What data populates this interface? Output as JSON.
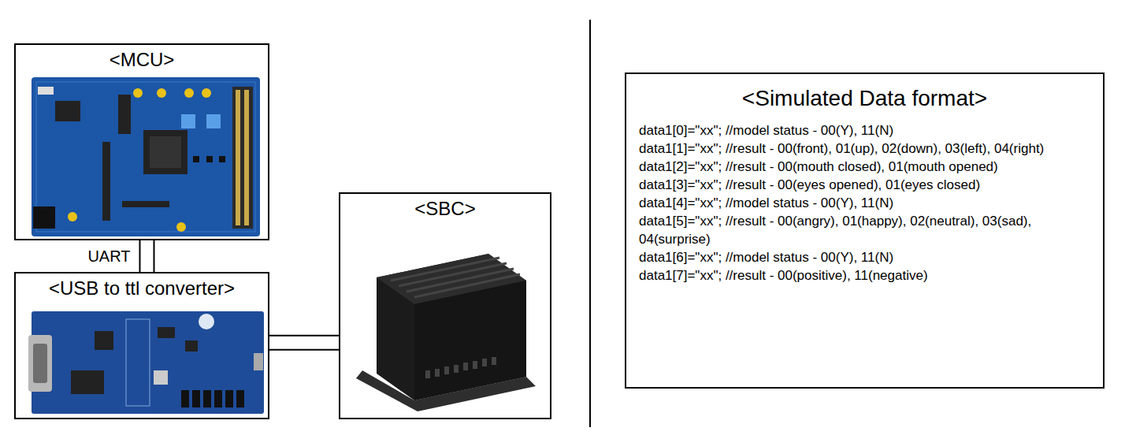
{
  "diagram": {
    "nodes": [
      {
        "text": [
          "<MCU>"
        ]
      },
      {
        "text": [
          "<USB to ttl converter>"
        ]
      },
      {
        "text": [
          "<SBC>"
        ]
      },
      {
        "text": [
          "<Simulated Data format>",
          "data1[0]=\"xx\"; //model status - 00(Y), 11(N)",
          "data1[1]=\"xx\"; //result - 00(front), 01(up), 02(down), 03(left), 04(right)",
          "data1[2]=\"xx\"; //result - 00(mouth closed), 01(mouth opened)",
          "data1[3]=\"xx\"; //result - 00(eyes opened), 01(eyes closed)",
          "data1[4]=\"xx\"; //model status - 00(Y), 11(N)",
          "data1[5]=\"xx\"; //result - 00(angry), 01(happy), 02(neutral), 03(sad), 04(surprise)",
          "data1[6]=\"xx\"; //model status - 00(Y), 11(N)",
          "data1[7]=\"xx\"; //result - 00(positive), 11(negative)"
        ]
      }
    ],
    "edges": [
      {
        "from": 0,
        "to": 1,
        "arrow": "none",
        "label": "UART"
      },
      {
        "from": 1,
        "to": 2,
        "arrow": "none"
      }
    ]
  }
}
